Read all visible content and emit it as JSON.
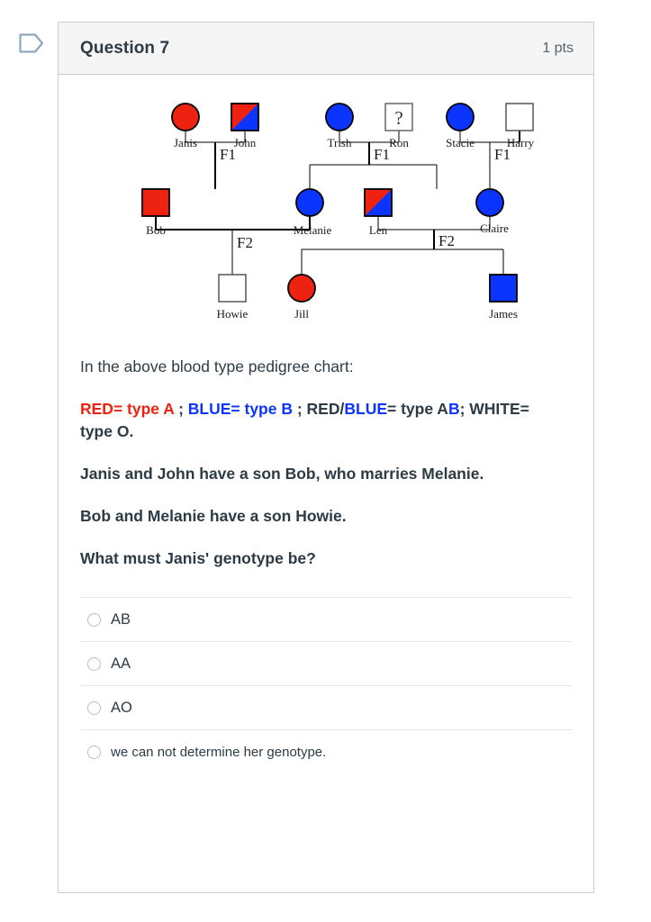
{
  "flag": {
    "icon": "flag-outline-icon"
  },
  "header": {
    "title": "Question 7",
    "points": "1 pts"
  },
  "pedigree": {
    "alt": "blood type pedigree chart",
    "generation_labels": [
      "F1",
      "F1",
      "F1",
      "F2",
      "F2"
    ],
    "unknown_marker": "?",
    "people": [
      {
        "name": "Janis",
        "shape": "circle",
        "fill": "red",
        "gen": 1
      },
      {
        "name": "John",
        "shape": "square",
        "fill": "red-blue",
        "gen": 1
      },
      {
        "name": "Trish",
        "shape": "circle",
        "fill": "blue",
        "gen": 1
      },
      {
        "name": "Ron",
        "shape": "square",
        "fill": "white",
        "gen": 1,
        "marker": "?"
      },
      {
        "name": "Stacie",
        "shape": "circle",
        "fill": "blue",
        "gen": 1
      },
      {
        "name": "Harry",
        "shape": "square",
        "fill": "white",
        "gen": 1
      },
      {
        "name": "Bob",
        "shape": "square",
        "fill": "red",
        "gen": 2
      },
      {
        "name": "Melanie",
        "shape": "circle",
        "fill": "blue",
        "gen": 2
      },
      {
        "name": "Len",
        "shape": "square",
        "fill": "red-blue",
        "gen": 2
      },
      {
        "name": "Claire",
        "shape": "circle",
        "fill": "blue",
        "gen": 2
      },
      {
        "name": "Howie",
        "shape": "square",
        "fill": "white",
        "gen": 3
      },
      {
        "name": "Jill",
        "shape": "circle",
        "fill": "red",
        "gen": 3
      },
      {
        "name": "James",
        "shape": "square",
        "fill": "blue",
        "gen": 3
      }
    ],
    "names": {
      "janis": "Janis",
      "john": "John",
      "trish": "Trish",
      "ron": "Ron",
      "stacie": "Stacie",
      "harry": "Harry",
      "bob": "Bob",
      "melanie": "Melanie",
      "len": "Len",
      "claire": "Claire",
      "howie": "Howie",
      "jill": "Jill",
      "james": "James"
    },
    "f1_a": "F1",
    "f1_b": "F1",
    "f1_c": "F1",
    "f2_a": "F2",
    "f2_b": "F2",
    "colors": {
      "red": "#ee2211",
      "blue": "#0b35ff",
      "white": "#ffffff",
      "stroke": "#000000"
    }
  },
  "prose": {
    "intro": "In the above blood type pedigree chart:",
    "legend": {
      "red_part": "RED= type A",
      "sep1": " ; ",
      "blue_part": "BLUE= type B",
      "sep2": " ; ",
      "red_word": "RED",
      "slash": "/",
      "blue_word": "BLUE",
      "type_ab_a": "= type A",
      "type_ab_b": "B",
      "white_part": "; WHITE= type O."
    },
    "story1": "Janis and John have a son Bob, who marries Melanie.",
    "story2": "Bob and Melanie have a son Howie.",
    "question": "What must Janis' genotype be?"
  },
  "answers": [
    {
      "label": "AB",
      "selected": false
    },
    {
      "label": "AA",
      "selected": false
    },
    {
      "label": "AO",
      "selected": false
    },
    {
      "label": "we can not determine her genotype.",
      "selected": false
    }
  ]
}
